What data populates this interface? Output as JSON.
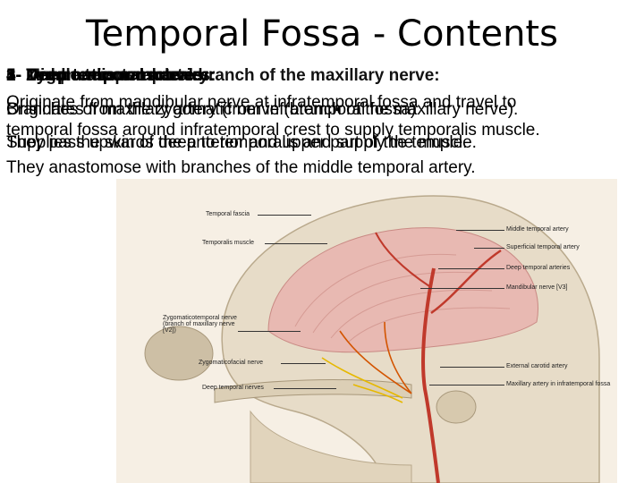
{
  "slide": {
    "title": "Temporal Fossa - Contents"
  },
  "headings": [
    "1- Temporalis muscle:",
    "2- Deep temporal arteries:",
    "3- Deep temporal nerves:",
    "4- Middle temporal artery:",
    "5- Zygomaticotemporal branch of the maxillary nerve:"
  ],
  "body_lines": {
    "line1_a": "Originate from mandibular nerve at infratemporal fossa and travel to",
    "line1_b": "Originates from the zygomatic nerve (branch of the maxillary nerve).",
    "line1_c": "Branches of maxillary artery (from infratemporal fossa)",
    "line2_a": "temporal fossa around infratemporal crest to supply temporalis muscle.",
    "line2_b": "Supplies the skin of the anterior and upper part of the temple.",
    "line2_c": "They pass upwards deep to temporalis and supply the muscle."
  },
  "last_line": "They anastomose with branches of the middle temporal artery.",
  "figure": {
    "labels_left": [
      "Temporal fascia",
      "Temporalis muscle",
      "Zygomaticotemporal nerve (branch of maxillary nerve [V2])",
      "Zygomaticofacial nerve",
      "Deep temporal nerves"
    ],
    "labels_right": [
      "Middle temporal artery",
      "Superficial temporal artery",
      "Deep temporal arteries",
      "Mandibular nerve [V3]",
      "External carotid artery",
      "Maxillary artery in infratemporal fossa"
    ]
  }
}
